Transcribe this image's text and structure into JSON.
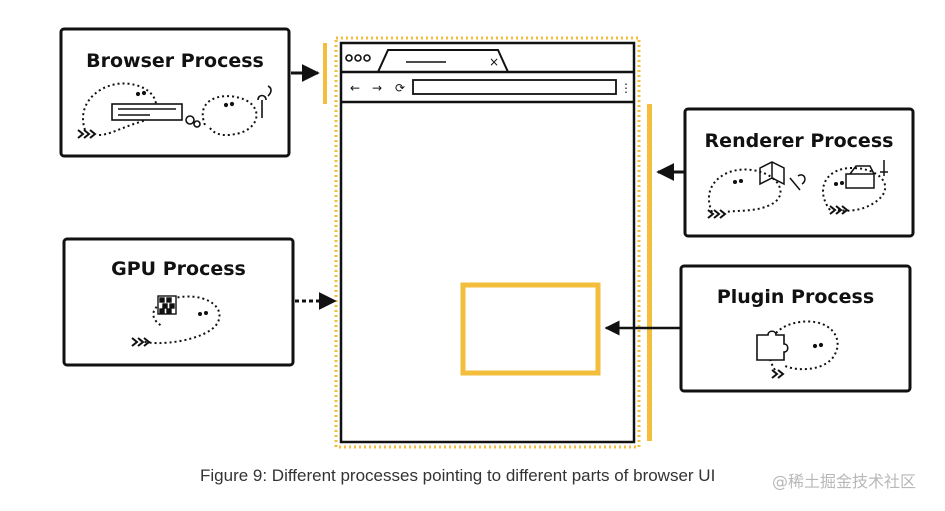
{
  "processes": {
    "browser": {
      "title": "Browser Process"
    },
    "gpu": {
      "title": "GPU Process"
    },
    "renderer": {
      "title": "Renderer Process"
    },
    "plugin": {
      "title": "Plugin Process"
    }
  },
  "browser_window": {
    "tab_close_glyph": "×",
    "back_glyph": "←",
    "forward_glyph": "→",
    "reload_glyph": "⟳",
    "menu_glyph": "⋮"
  },
  "caption": "Figure 9: Different processes pointing to different parts of browser UI",
  "watermark": "@稀土掘金技术社区",
  "colors": {
    "accent": "#F2BE3C",
    "stroke": "#111111"
  }
}
